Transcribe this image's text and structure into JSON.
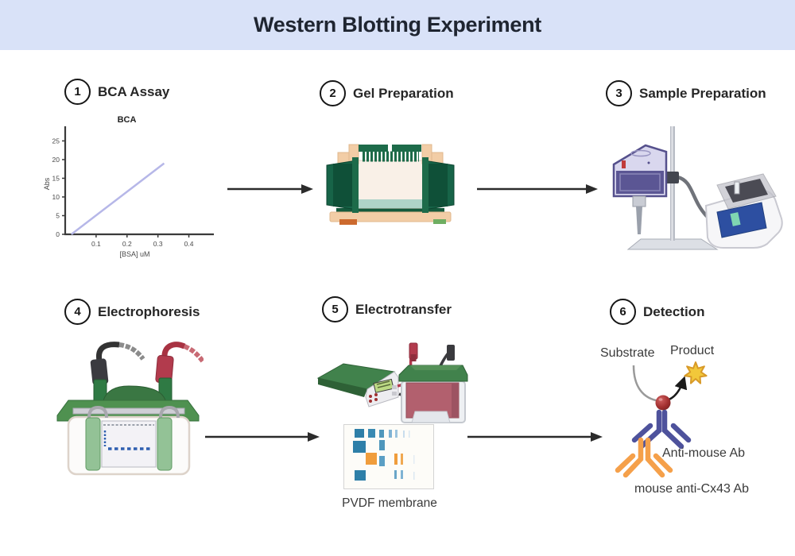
{
  "header": {
    "title": "Western Blotting Experiment"
  },
  "steps": [
    {
      "number": "1",
      "label": "BCA Assay"
    },
    {
      "number": "2",
      "label": "Gel Preparation"
    },
    {
      "number": "3",
      "label": "Sample Preparation"
    },
    {
      "number": "4",
      "label": "Electrophoresis"
    },
    {
      "number": "5",
      "label": "Electrotransfer"
    },
    {
      "number": "6",
      "label": "Detection"
    }
  ],
  "chart_data": {
    "type": "line",
    "title": "BCA",
    "xlabel": "[BSA] uM",
    "ylabel": "Abs",
    "x": [
      0.02,
      0.32
    ],
    "y": [
      0,
      19
    ],
    "xticks": [
      0.1,
      0.2,
      0.3,
      0.4
    ],
    "yticks": [
      0,
      5,
      10,
      15,
      20,
      25
    ],
    "xlim": [
      0,
      0.45
    ],
    "ylim": [
      0,
      27
    ],
    "grid": false,
    "legend": "none",
    "line_color": "#b6b7e8"
  },
  "labels": {
    "pvdf_membrane": "PVDF membrane",
    "substrate": "Substrate",
    "product": "Product",
    "anti_mouse_ab": "Anti-mouse Ab",
    "mouse_anti_cx43_ab": "mouse anti-Cx43 Ab"
  },
  "colors": {
    "header_bg": "#d9e2f8",
    "arrow": "#2b2b2b",
    "equipment_green_dark": "#1d6b4a",
    "equipment_green": "#4f9150",
    "tank_pink": "#b2606e",
    "cable_red": "#b23b4d",
    "cable_black": "#3a3a3e",
    "antibody_blue": "#4e529c",
    "antibody_orange": "#f5a04a",
    "enzyme_red": "#9c2b2b",
    "product_star_yellow": "#f2c83a",
    "blot_blue": "#2e7fa8",
    "blot_orange": "#f09d3c"
  }
}
